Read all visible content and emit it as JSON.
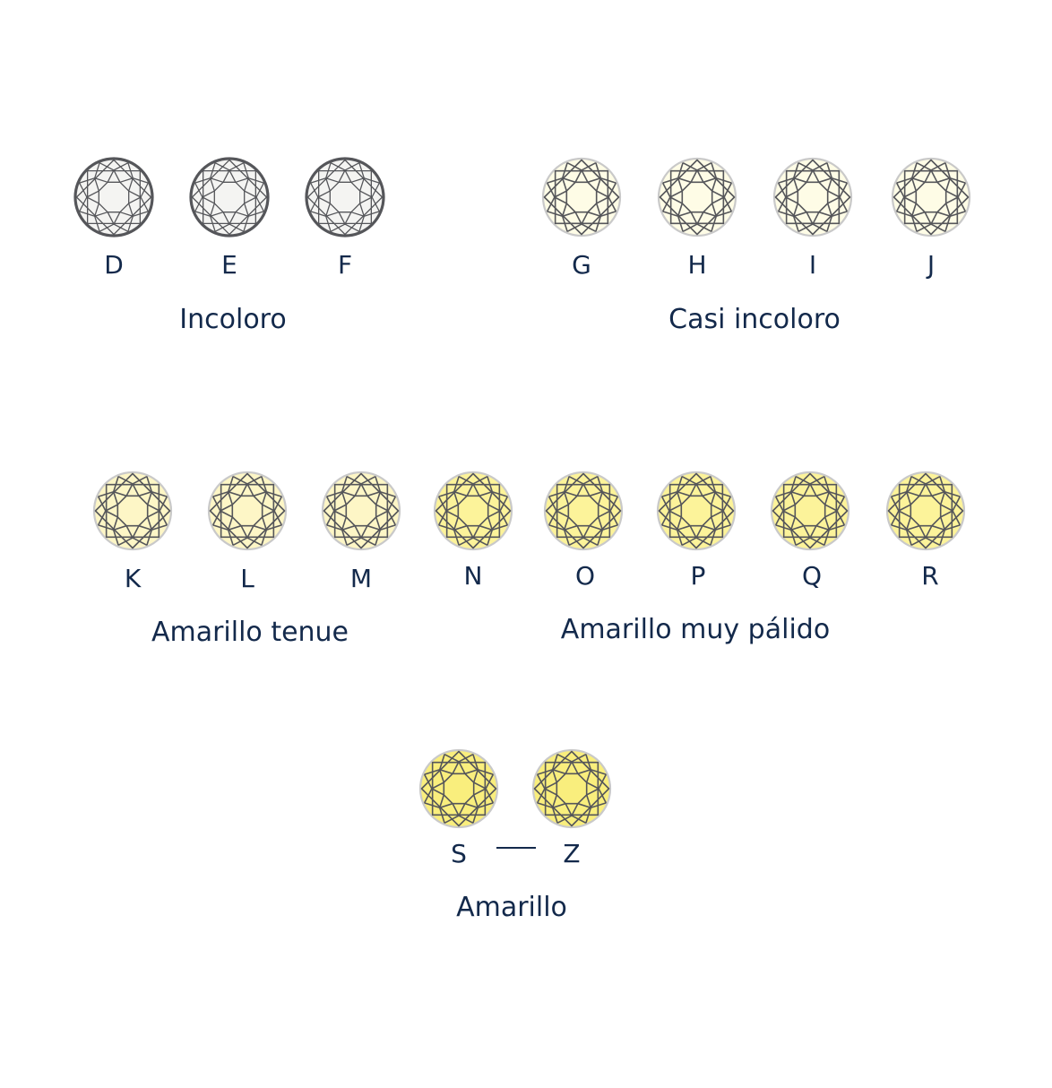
{
  "palette": {
    "text": "#13294b",
    "facet_gray": "#55565a",
    "outline_light": "#c9c9c9",
    "tint_colorless": "#f4f4f2",
    "tint_near_colorless": "#fefce6",
    "tint_faint": "#fdf6c6",
    "tint_very_light": "#fcf39a",
    "tint_light": "#f9ee7d"
  },
  "groups": [
    {
      "id": "incoloro",
      "label": "Incoloro",
      "grades": [
        {
          "letter": "D",
          "tint": "tint_colorless",
          "outline": "facet_gray"
        },
        {
          "letter": "E",
          "tint": "tint_colorless",
          "outline": "facet_gray"
        },
        {
          "letter": "F",
          "tint": "tint_colorless",
          "outline": "facet_gray"
        }
      ]
    },
    {
      "id": "casi-incoloro",
      "label": "Casi incoloro",
      "grades": [
        {
          "letter": "G",
          "tint": "tint_near_colorless",
          "outline": "outline_light"
        },
        {
          "letter": "H",
          "tint": "tint_near_colorless",
          "outline": "outline_light"
        },
        {
          "letter": "I",
          "tint": "tint_near_colorless",
          "outline": "outline_light"
        },
        {
          "letter": "J",
          "tint": "tint_near_colorless",
          "outline": "outline_light"
        }
      ]
    },
    {
      "id": "amarillo-tenue",
      "label": "Amarillo tenue",
      "grades": [
        {
          "letter": "K",
          "tint": "tint_faint",
          "outline": "outline_light"
        },
        {
          "letter": "L",
          "tint": "tint_faint",
          "outline": "outline_light"
        },
        {
          "letter": "M",
          "tint": "tint_faint",
          "outline": "outline_light"
        }
      ]
    },
    {
      "id": "amarillo-muy-palido",
      "label": "Amarillo muy pálido",
      "grades": [
        {
          "letter": "N",
          "tint": "tint_very_light",
          "outline": "outline_light"
        },
        {
          "letter": "O",
          "tint": "tint_very_light",
          "outline": "outline_light"
        },
        {
          "letter": "P",
          "tint": "tint_very_light",
          "outline": "outline_light"
        },
        {
          "letter": "Q",
          "tint": "tint_very_light",
          "outline": "outline_light"
        },
        {
          "letter": "R",
          "tint": "tint_very_light",
          "outline": "outline_light"
        }
      ]
    },
    {
      "id": "amarillo",
      "label": "Amarillo",
      "grades": [
        {
          "letter": "S",
          "tint": "tint_light",
          "outline": "outline_light"
        },
        {
          "letter": "Z",
          "tint": "tint_light",
          "outline": "outline_light"
        }
      ]
    }
  ]
}
